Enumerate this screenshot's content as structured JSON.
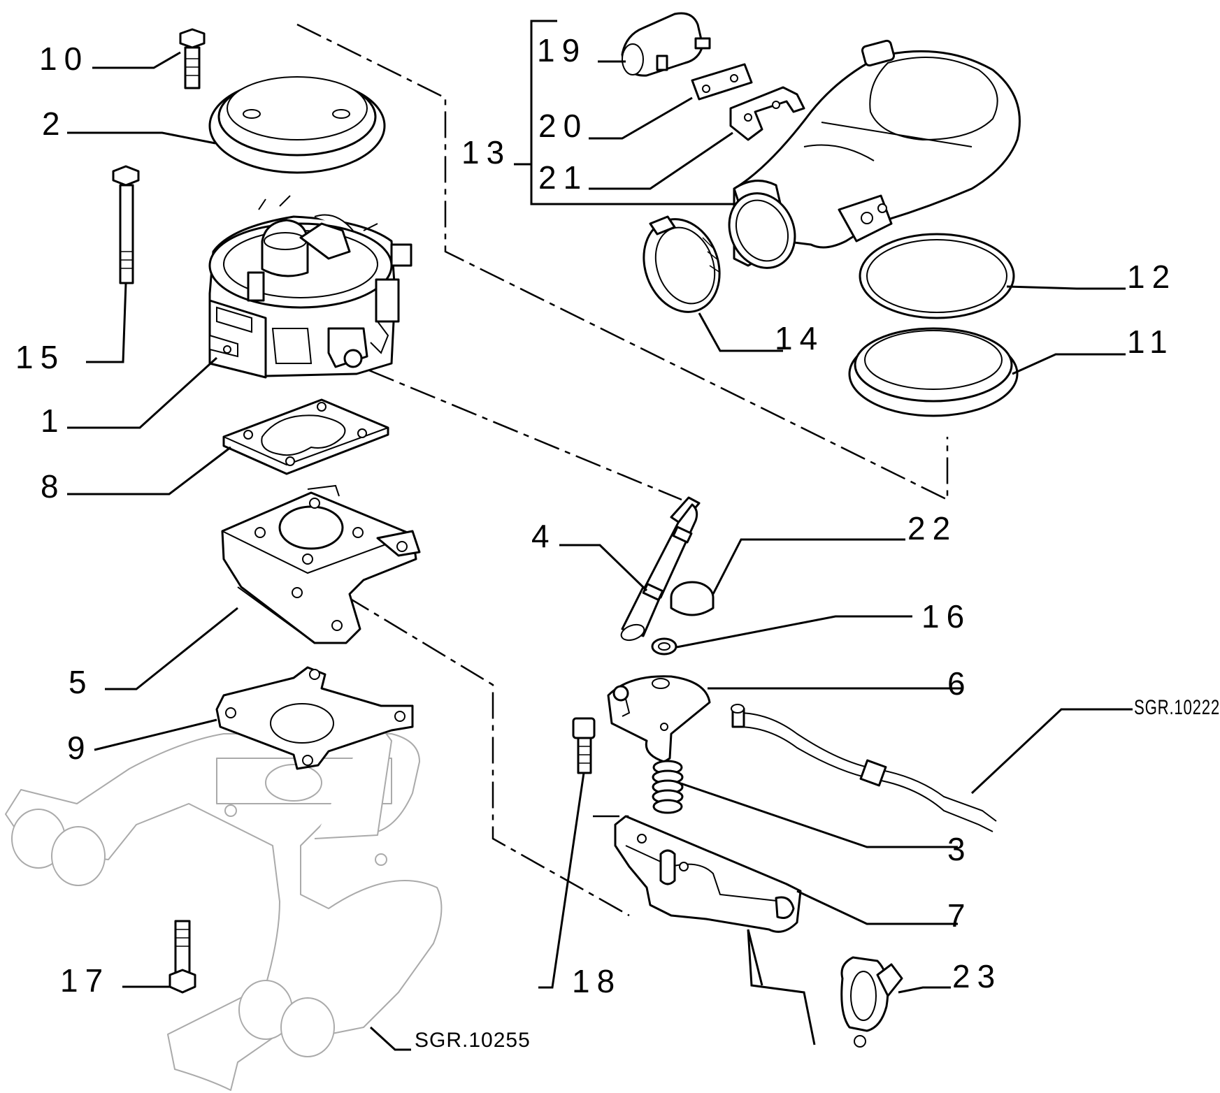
{
  "labels": {
    "l1": "1",
    "l2": "2",
    "l3": "3",
    "l4": "4",
    "l5": "5",
    "l6": "6",
    "l7": "7",
    "l8": "8",
    "l9": "9",
    "l10": "10",
    "l11": "11",
    "l12": "12",
    "l13": "13",
    "l14": "14",
    "l15": "15",
    "l16": "16",
    "l17": "17",
    "l18": "18",
    "l19": "19",
    "l20": "20",
    "l21": "21",
    "l22": "22",
    "l23": "23"
  },
  "references": {
    "wiring": "SGR.10222",
    "manifold": "SGR.10255"
  }
}
